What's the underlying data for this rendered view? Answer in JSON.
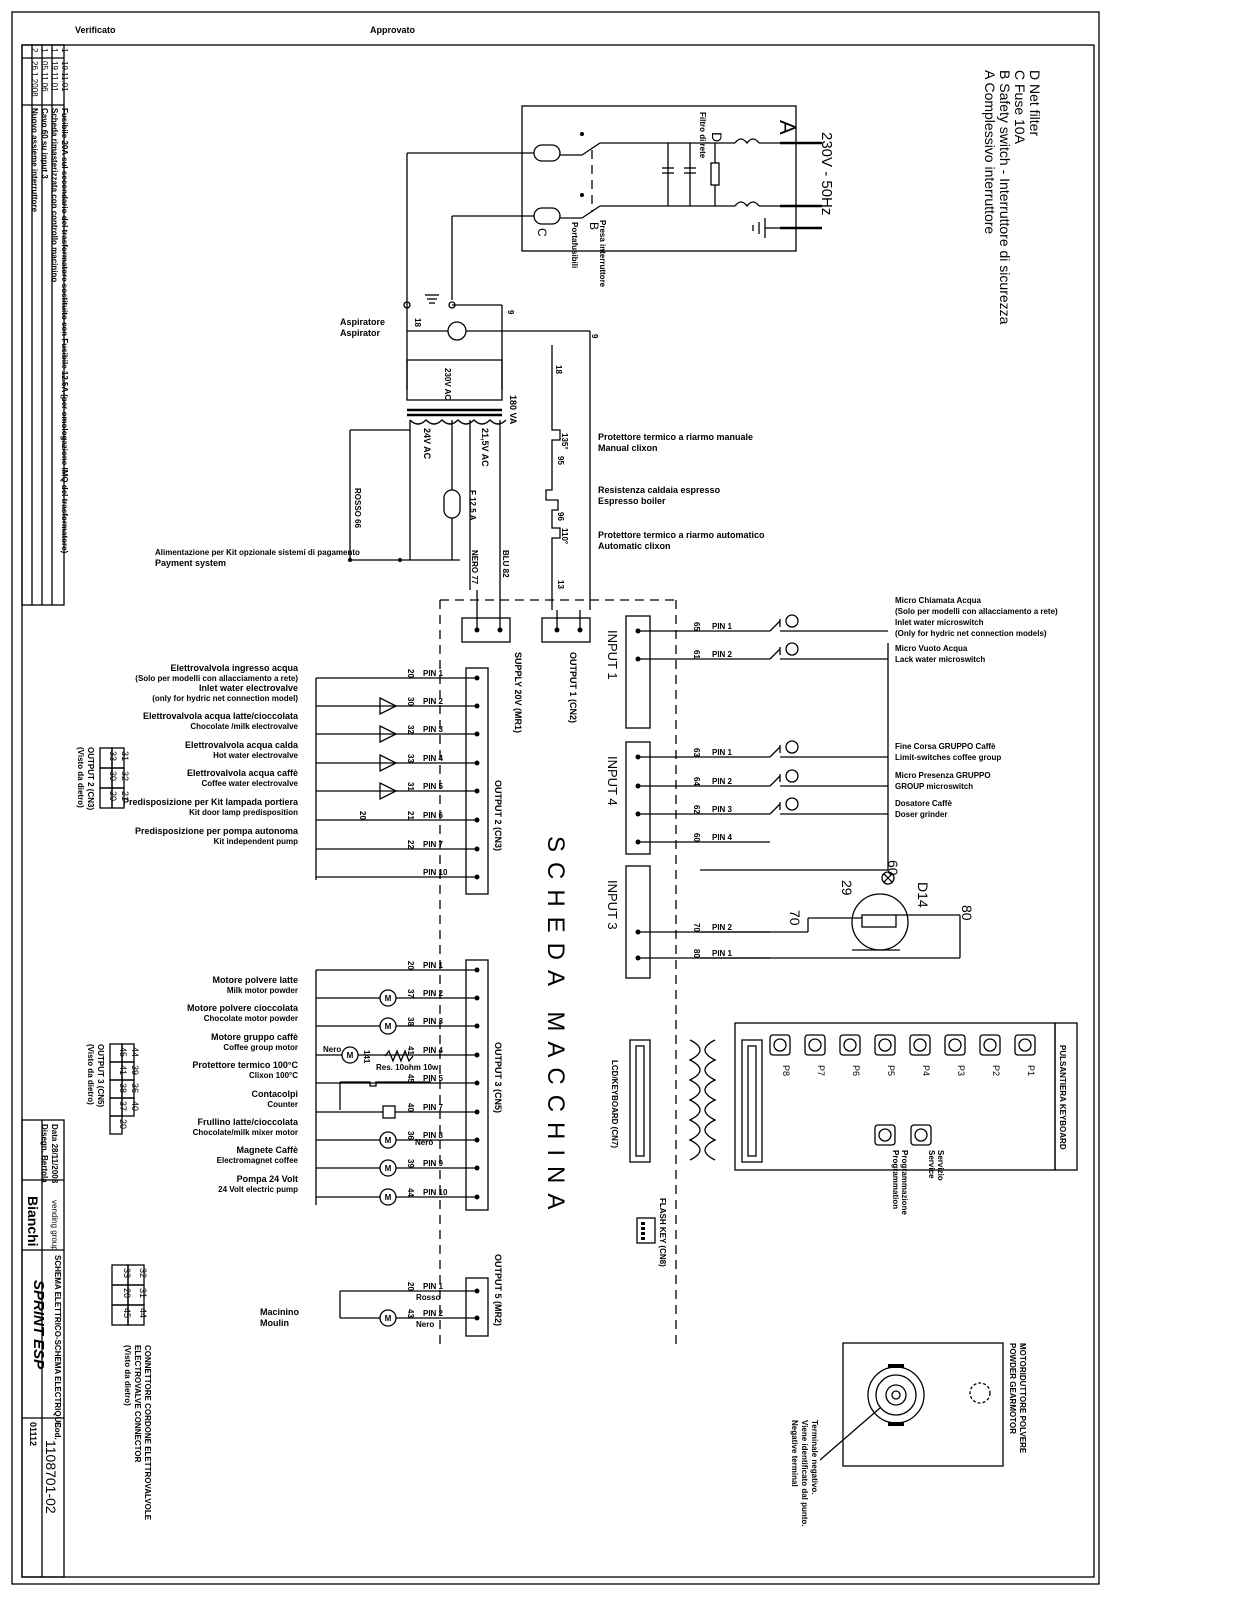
{
  "header": {
    "verified": "Verificato",
    "approved": "Approvato"
  },
  "legend": [
    "A  Complessivo interruttore",
    "B  Safety switch - Interruttore di sicurezza",
    "C  Fuse 10A",
    "D  Net filter"
  ],
  "revisions": [
    {
      "rev": "1",
      "date": "19.11.01",
      "text": "Fusibile 20A sul secondario del trasformatore sostituito con Fusibile 12.5A (per omologazione IMQ del trasformatore)"
    },
    {
      "rev": "1",
      "date": "19.11.01",
      "text": "Scheda rimasterizzata con controllo macinino"
    },
    {
      "rev": "1",
      "date": "05.11.06",
      "text": "Cavo 60 su input 3"
    },
    {
      "rev": "2",
      "date": "26.1.2008",
      "text": "Nuovo assieme interruttore"
    }
  ],
  "mains": {
    "label": "230V - 50Hz",
    "box_letter": "A",
    "filter_label": "Filtro di rete",
    "d_label": "D",
    "safety_label": "Presa interruttore",
    "fuse_label": "Portafusibili",
    "b_label": "B",
    "c_label": "C",
    "wire9": "9",
    "wire18": "18"
  },
  "aspirator": {
    "it": "Aspiratore",
    "fr": "Aspirator"
  },
  "transformer": {
    "primary": "230V AC",
    "power": "180 VA",
    "sec1": "21,5V AC",
    "sec2": "24V AC",
    "fuse": "F 12.5 A"
  },
  "wires": {
    "rosso": "ROSSO 66",
    "nero": "NERO 77",
    "blu": "BLU 82",
    "w13": "13",
    "w18": "18",
    "w9": "9"
  },
  "payment": {
    "it": "Alimentazione per Kit opzionale sistemi di pagamento",
    "en": "Payment system"
  },
  "boiler": [
    {
      "it": "Protettore termico a riarmo manuale",
      "en": "Manual clixon",
      "tag": "135°",
      "wire": "95"
    },
    {
      "it": "Resistenza caldaia espresso",
      "en": "Espresso boiler"
    },
    {
      "it": "Protettore termico a riarmo automatico",
      "en": "Automatic clixon",
      "tag": "110°",
      "wire": "96"
    }
  ],
  "board": {
    "title": "SCHEDA MACCHINA",
    "supply": "SUPPLY 20V (MR1)",
    "out1": "OUTPUT 1 (CN2)",
    "out2": "OUTPUT 2 (CN3)",
    "out3": "OUTPUT 3 (CN5)",
    "out5": "OUTPUT 5 (MR2)",
    "in1": "INPUT 1",
    "in4": "INPUT 4",
    "in3": "INPUT 3",
    "lcd": "LCD/KEYBOARD (CN7)",
    "flash": "FLASH KEY (CN8)"
  },
  "output2": [
    {
      "pin": "PIN 1",
      "wire": "20",
      "lines": []
    },
    {
      "pin": "PIN 2",
      "wire": "30",
      "lines": [
        "Elettrovalvola ingresso acqua",
        "(Solo per modelli con allacciamento a rete)",
        "Inlet water electrovalve",
        "(only for hydric net connection model)"
      ]
    },
    {
      "pin": "PIN 3",
      "wire": "32",
      "lines": [
        "Elettrovalvola acqua latte/cioccolata",
        "Chocolate /milk electrovalve"
      ]
    },
    {
      "pin": "PIN 4",
      "wire": "33",
      "lines": [
        "Elettrovalvola acqua calda",
        "Hot water electrovalve"
      ]
    },
    {
      "pin": "PIN 5",
      "wire": "31",
      "lines": [
        "Elettrovalvola acqua caffè",
        "Coffee water electrovalve"
      ]
    },
    {
      "pin": "PIN 6",
      "wire": "21",
      "lines": [
        "Predisposizione per Kit lampada portiera",
        "Kit door lamp predisposition"
      ],
      "extra": "20"
    },
    {
      "pin": "PIN 7",
      "wire": "22",
      "lines": [
        "Predisposizione per pompa autonoma",
        "Kit independent pump"
      ]
    },
    {
      "pin": "PIN 10",
      "wire": "",
      "lines": []
    }
  ],
  "output3": [
    {
      "pin": "PIN 1",
      "wire": "20",
      "lines": []
    },
    {
      "pin": "PIN 2",
      "wire": "37",
      "lines": [
        "Motore polvere latte",
        "Milk motor powder"
      ]
    },
    {
      "pin": "PIN 3",
      "wire": "38",
      "lines": [
        "Motore polvere cioccolata",
        "Chocolate motor powder"
      ]
    },
    {
      "pin": "PIN 4",
      "wire": "41",
      "lines": [
        "Motore gruppo caffè",
        "Coffee group motor"
      ],
      "note": "Res. 10ohm 10w",
      "nero": "Nero",
      "w141": "141"
    },
    {
      "pin": "PIN 5",
      "wire": "45",
      "lines": [
        "Protettore termico 100°C",
        "Clixon 100°C"
      ]
    },
    {
      "pin": "PIN 7",
      "wire": "40",
      "lines": [
        "Contacolpi",
        "Counter"
      ]
    },
    {
      "pin": "PIN 8",
      "wire": "36",
      "lines": [
        "Frullino latte/cioccolata",
        "Chocolate/milk mixer motor"
      ],
      "nero": "Nero"
    },
    {
      "pin": "PIN 9",
      "wire": "39",
      "lines": [
        "Magnete Caffè",
        "Electromagnet coffee"
      ]
    },
    {
      "pin": "PIN 10",
      "wire": "44",
      "lines": [
        "Pompa 24 Volt",
        "24 Volt electric pump"
      ]
    }
  ],
  "output5": [
    {
      "pin": "PIN 1",
      "wire": "20",
      "color": "Rosso"
    },
    {
      "pin": "PIN 2",
      "wire": "43",
      "color": "Nero",
      "lines": [
        "Macinino",
        "Moulin"
      ]
    }
  ],
  "input1": [
    {
      "pin": "PIN 1",
      "wire": "65",
      "lines": [
        "Micro Chiamata Acqua",
        "(Solo per modelli con allacciamento a rete)",
        "Inlet water microswitch",
        "(Only for hydric net connection models)"
      ]
    },
    {
      "pin": "PIN 2",
      "wire": "61",
      "lines": [
        "Micro Vuoto Acqua",
        "Lack water microswitch"
      ]
    }
  ],
  "input4": [
    {
      "pin": "PIN 1",
      "wire": "63",
      "lines": [
        "Fine Corsa GRUPPO Caffè",
        "Limit-switches coffee group"
      ]
    },
    {
      "pin": "PIN 2",
      "wire": "64",
      "lines": [
        "Micro Presenza GRUPPO",
        "GROUP microswitch"
      ]
    },
    {
      "pin": "PIN 3",
      "wire": "62",
      "lines": [
        "Dosatore Caffè",
        "Doser grinder"
      ]
    },
    {
      "pin": "PIN 4",
      "wire": "60",
      "lines": []
    }
  ],
  "input3": {
    "pins": [
      {
        "pin": "PIN 2",
        "wire": "70"
      },
      {
        "pin": "PIN 1",
        "wire": "80"
      }
    ],
    "w60": "60",
    "w29": "29",
    "w70": "70",
    "w80": "80",
    "led": "D14"
  },
  "keyboard": {
    "title": "PULSANTIERA KEYBOARD",
    "keys": [
      "P1",
      "P2",
      "P3",
      "P4",
      "P5",
      "P6",
      "P7",
      "P8"
    ],
    "service": [
      "Servizio",
      "Service"
    ],
    "prog": [
      "Programmazione",
      "Programmation"
    ]
  },
  "gearmotor": {
    "title": [
      "MOTORIDUTTORE POLVERE",
      "POWDER GEARMOTOR"
    ],
    "note": [
      "Terminale negativo.",
      "Viene identificato dal punto.",
      "Negative terminal"
    ]
  },
  "conn2": {
    "title": [
      "OUTPUT 2 (CN3)",
      "(Visto da dietro)"
    ],
    "rows": [
      [
        "31",
        "32",
        "21"
      ],
      [
        "33",
        "30",
        "20"
      ]
    ]
  },
  "conn3": {
    "title": [
      "OUTPUT 3 (CN5)",
      "(Visto da dietro)"
    ],
    "rows": [
      [
        "44",
        "39",
        "36",
        "40"
      ],
      [
        "45",
        "41",
        "38",
        "37",
        "20"
      ]
    ]
  },
  "conn_ev": {
    "title": [
      "CONNETTORE CORDONE ELETTROVALVOLE",
      "ELECTROVALVE CONNECTOR",
      "(Visto da dietro)"
    ],
    "rows": [
      [
        "32",
        "31",
        "44"
      ],
      [
        "33",
        "20",
        "45"
      ]
    ]
  },
  "titleblock": {
    "date_label": "Data 28/11/2008",
    "author": "Disegn. Bertola",
    "logo": "Bianchi",
    "logo_sub": "vending group",
    "title1": "SCHEMA ELETTRICO-SCHEMA ELECTRIQUE",
    "model": "SPRINT ESP",
    "code_label": "Cod.",
    "code": "1108701-02",
    "rev": "01112"
  }
}
